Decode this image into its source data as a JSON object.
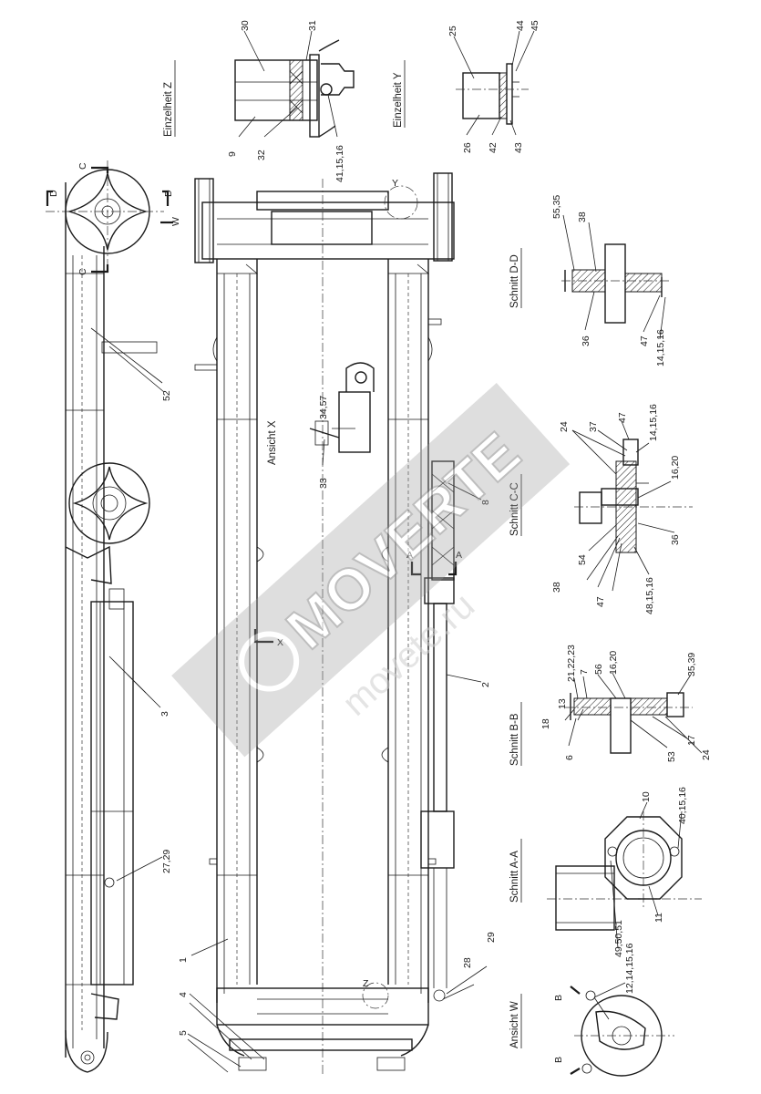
{
  "titles": {
    "detail_z": "Einzelheit Z",
    "detail_y": "Einzelheit Y",
    "view_x": "Ansicht X",
    "section_dd": "Schnitt D-D",
    "section_cc": "Schnitt C-C",
    "section_bb": "Schnitt B-B",
    "section_aa": "Schnitt A-A",
    "view_w": "Ansicht W"
  },
  "markers": {
    "c": "C",
    "d": "D",
    "w": "W",
    "y": "Y",
    "a": "A",
    "x": "X",
    "z": "Z",
    "b": "B"
  },
  "labels": {
    "p30": "30",
    "p31": "31",
    "p9": "9",
    "p32": "32",
    "p41": "41,15,16",
    "p25": "25",
    "p44": "44",
    "p45": "45",
    "p26": "26",
    "p42": "42",
    "p43": "43",
    "p52": "52",
    "p3": "3",
    "p2729": "27,29",
    "p1": "1",
    "p4": "4",
    "p5": "5",
    "p3457": "34,57",
    "p33": "33",
    "p8": "8",
    "p2": "2",
    "p28": "28",
    "p29": "29",
    "p5535": "55,35",
    "p38": "38",
    "p36": "36",
    "p47": "47",
    "p141516": "14,15,16",
    "p24": "24",
    "p37": "37",
    "p47b": "47",
    "p141516b": "14,15,16",
    "p1620": "16,20",
    "p54": "54",
    "p36b": "36",
    "p38b": "38",
    "p47c": "47",
    "p481516": "48,15,16",
    "p212223": "21,22,23",
    "p7": "7",
    "p56": "56",
    "p1620b": "16,20",
    "p3539": "35,39",
    "p18": "18",
    "p13": "13",
    "p6": "6",
    "p53": "53",
    "p17": "17",
    "p24b": "24",
    "p10": "10",
    "p401516": "40,15,16",
    "p495051": "49,50,51",
    "p11": "11",
    "p12141516": "12,14,15,16"
  },
  "watermark": {
    "brand": "MOVERTE",
    "domain": "movete.ru"
  }
}
